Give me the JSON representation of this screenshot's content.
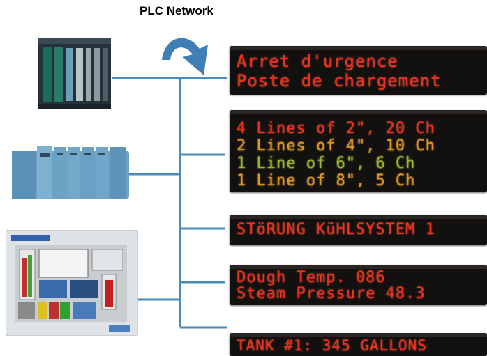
{
  "diagram": {
    "title": "PLC Network",
    "signs": [
      {
        "id": "sign-1",
        "lines": [
          {
            "text": "  Arret d'urgence",
            "color": "red"
          },
          {
            "text": "Poste de chargement",
            "color": "red"
          }
        ]
      },
      {
        "id": "sign-2",
        "lines": [
          {
            "text": "4 Lines of 2\", 20 Ch",
            "color": "red"
          },
          {
            "text": "2 Lines of 4\", 10 Ch",
            "color": "amber"
          },
          {
            "text": "1 Line  of 6\",  6 Ch",
            "color": "green"
          },
          {
            "text": "1 Line  of 8\",  5 Ch",
            "color": "amber"
          }
        ]
      },
      {
        "id": "sign-3",
        "lines": [
          {
            "text": "STöRUNG KüHLSYSTEM 1",
            "color": "red"
          }
        ]
      },
      {
        "id": "sign-4",
        "lines": [
          {
            "text": "Dough Temp.      086",
            "color": "red"
          },
          {
            "text": "Steam Pressure  48.3",
            "color": "red"
          }
        ]
      },
      {
        "id": "sign-5",
        "lines": [
          {
            "text": "TANK #1: 345 GALLONS",
            "color": "red"
          }
        ]
      }
    ],
    "devices": [
      {
        "name": "plc-rack-device"
      },
      {
        "name": "plc-modules-device"
      },
      {
        "name": "touch-panel-device"
      }
    ],
    "colors": {
      "bus": "#4a8ab8",
      "arrow": "#3f7fb6",
      "sign_bg": "#121110"
    }
  }
}
